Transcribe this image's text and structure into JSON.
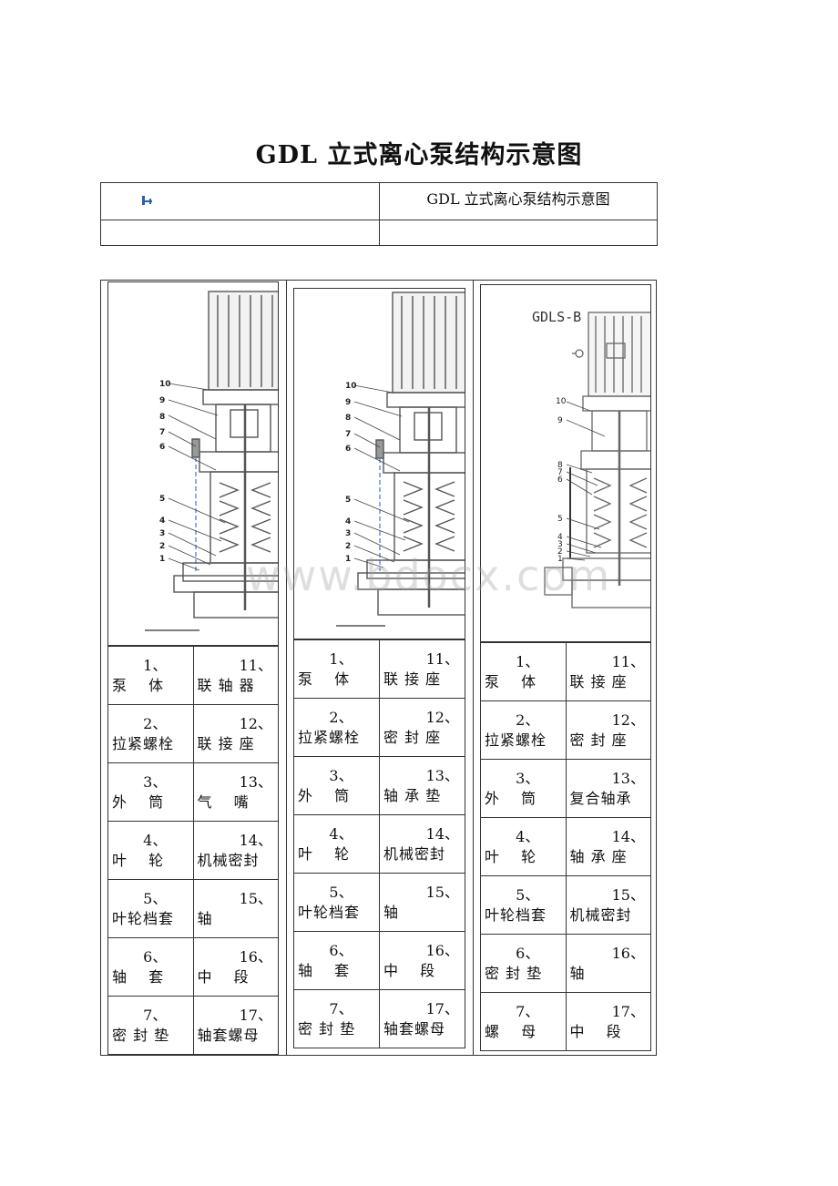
{
  "page_title": "GDL 立式离心泵结构示意图",
  "header_table": {
    "right_text": "GDL 立式离心泵结构示意图",
    "left_icon": "broken-image-icon"
  },
  "drawing_labels": {
    "a": [
      "10",
      "9",
      "8",
      "7",
      "6",
      "5",
      "4",
      "3",
      "2",
      "1"
    ],
    "c": [
      "10",
      "9",
      "8",
      "7",
      "6",
      "5",
      "4",
      "3",
      "2",
      "1"
    ],
    "c_tag": "GDLS-B"
  },
  "watermark": "www.bdocx.com",
  "columns": [
    {
      "rows": [
        {
          "n1": "1、",
          "t1": "泵　 体",
          "n2": "11、",
          "t2": "联 轴 器"
        },
        {
          "n1": "2、",
          "t1": "拉紧螺栓",
          "n2": "12、",
          "t2": "联 接 座"
        },
        {
          "n1": "3、",
          "t1": "外　 筒",
          "n2": "13、",
          "t2": "气　 嘴"
        },
        {
          "n1": "4、",
          "t1": "叶　 轮",
          "n2": "14、",
          "t2": "机械密封"
        },
        {
          "n1": "5、",
          "t1": "叶轮档套",
          "n2": "15、",
          "t2": "轴"
        },
        {
          "n1": "6、",
          "t1": "轴　 套",
          "n2": "16、",
          "t2": "中　 段"
        },
        {
          "n1": "7、",
          "t1": "密 封 垫",
          "n2": "17、",
          "t2": "轴套螺母"
        }
      ]
    },
    {
      "rows": [
        {
          "n1": "1、",
          "t1": "泵　 体",
          "n2": "11、",
          "t2": "联 接 座"
        },
        {
          "n1": "2、",
          "t1": "拉紧螺栓",
          "n2": "12、",
          "t2": "密 封 座"
        },
        {
          "n1": "3、",
          "t1": "外　 筒",
          "n2": "13、",
          "t2": "轴 承 垫"
        },
        {
          "n1": "4、",
          "t1": "叶　 轮",
          "n2": "14、",
          "t2": "机械密封"
        },
        {
          "n1": "5、",
          "t1": "叶轮档套",
          "n2": "15、",
          "t2": "轴"
        },
        {
          "n1": "6、",
          "t1": "轴　 套",
          "n2": "16、",
          "t2": "中　 段"
        },
        {
          "n1": "7、",
          "t1": "密 封 垫",
          "n2": "17、",
          "t2": "轴套螺母"
        }
      ]
    },
    {
      "rows": [
        {
          "n1": "1、",
          "t1": "泵　 体",
          "n2": "11、",
          "t2": "联 接 座"
        },
        {
          "n1": "2、",
          "t1": "拉紧螺栓",
          "n2": "12、",
          "t2": "密 封 座"
        },
        {
          "n1": "3、",
          "t1": "外　 筒",
          "n2": "13、",
          "t2": "复合轴承"
        },
        {
          "n1": "4、",
          "t1": "叶　 轮",
          "n2": "14、",
          "t2": "轴 承 座"
        },
        {
          "n1": "5、",
          "t1": "叶轮档套",
          "n2": "15、",
          "t2": "机械密封"
        },
        {
          "n1": "6、",
          "t1": "密 封 垫",
          "n2": "16、",
          "t2": "轴"
        },
        {
          "n1": "7、",
          "t1": "螺　 母",
          "n2": "17、",
          "t2": "中　 段"
        }
      ]
    }
  ]
}
